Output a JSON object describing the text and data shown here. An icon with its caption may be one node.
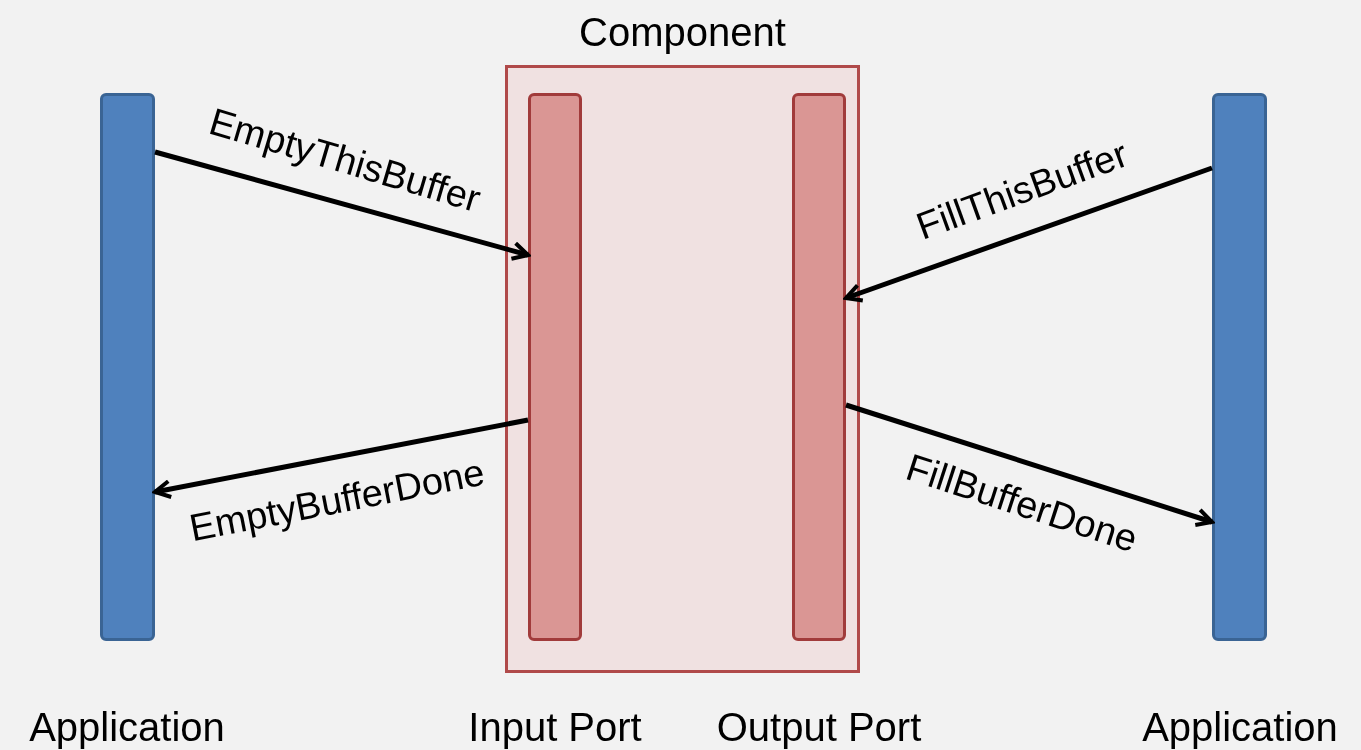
{
  "diagram": {
    "nodes": [
      {
        "text": [],
        "shape": "bar",
        "beside": [
          "Application"
        ]
      },
      {
        "text": [
          "Component"
        ]
      },
      {
        "text": [],
        "shape": "bar",
        "in": 1,
        "beside": [
          "Input Port"
        ]
      },
      {
        "text": [],
        "shape": "bar",
        "in": 1,
        "beside": [
          "Output Port"
        ]
      },
      {
        "text": [],
        "shape": "bar",
        "beside": [
          "Application"
        ]
      }
    ],
    "edges": [
      {
        "from": 0,
        "to": 2,
        "arrow": "to",
        "label": "EmptyThisBuffer"
      },
      {
        "from": 2,
        "to": 0,
        "arrow": "to",
        "label": "EmptyBufferDone"
      },
      {
        "from": 4,
        "to": 3,
        "arrow": "to",
        "label": "FillThisBuffer"
      },
      {
        "from": 3,
        "to": 4,
        "arrow": "to",
        "label": "FillBufferDone"
      }
    ]
  }
}
